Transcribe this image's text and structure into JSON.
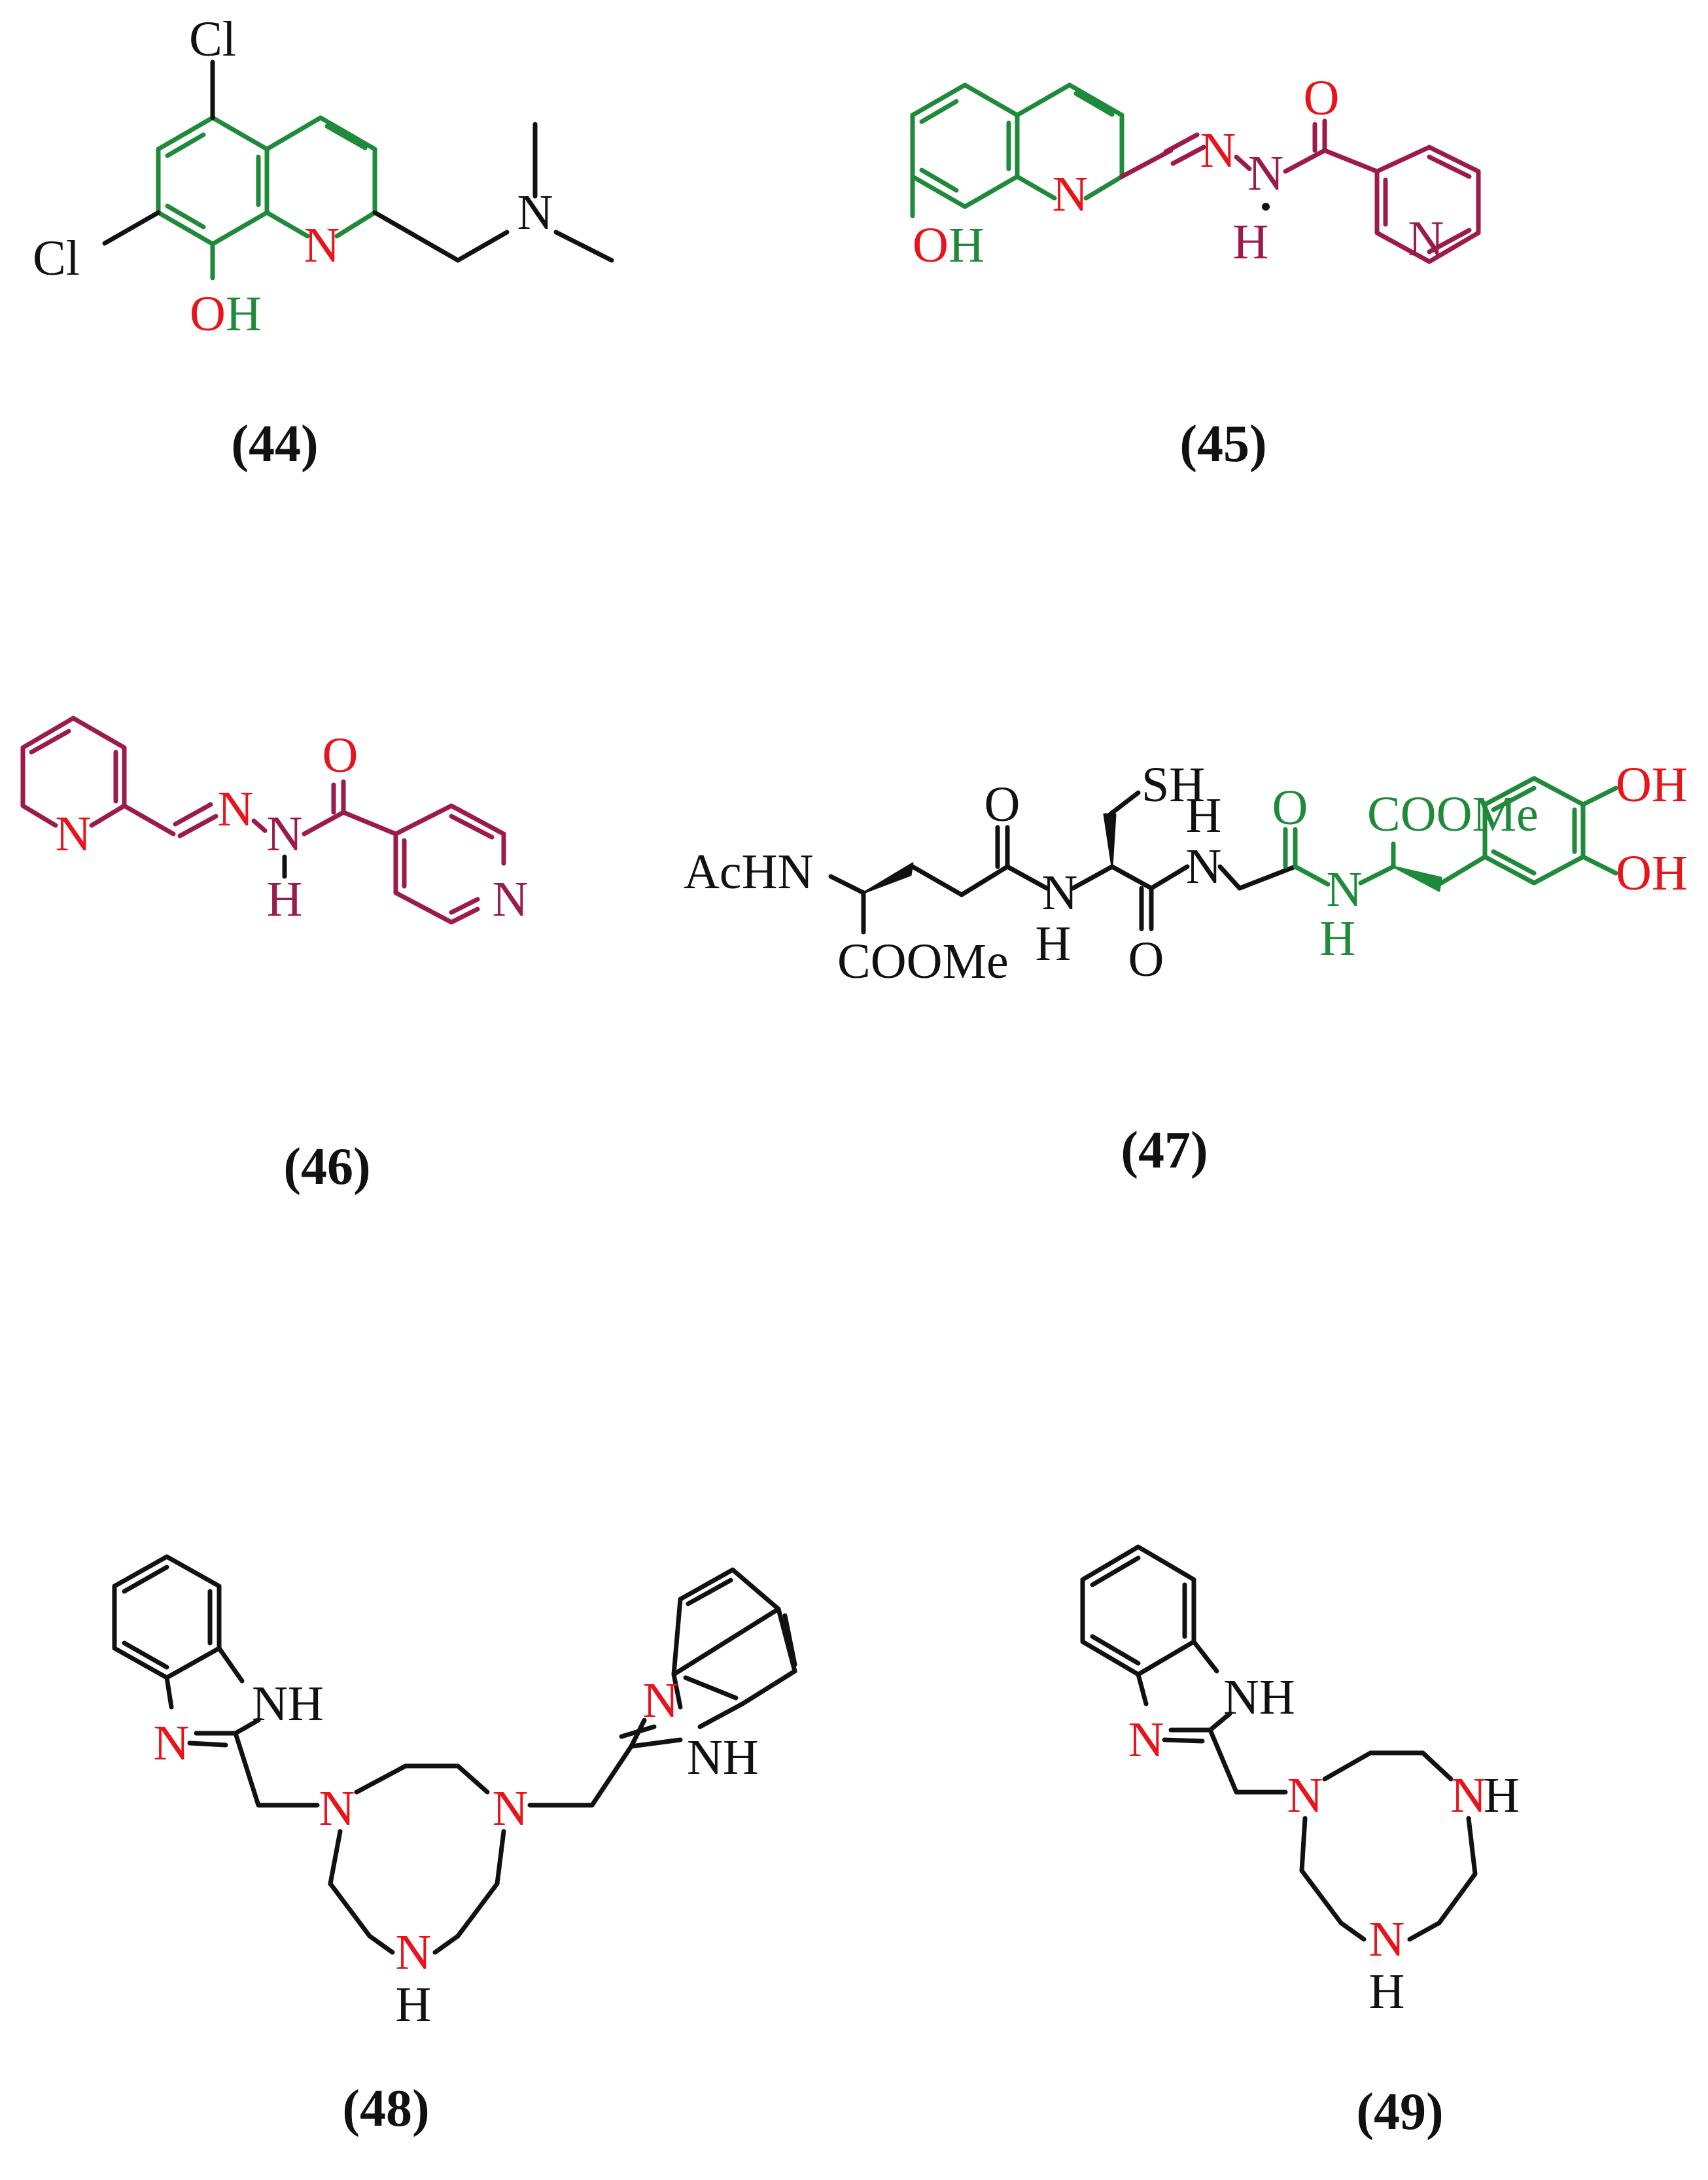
{
  "colors": {
    "black": "#111111",
    "red": "#e8141b",
    "green": "#1f8a3a",
    "maroon": "#9b1b4a"
  },
  "captions": [
    "(44)",
    "(45)",
    "(46)",
    "(47)",
    "(48)",
    "(49)"
  ],
  "m44": {
    "cl_top": "Cl",
    "cl_left": "Cl",
    "oh": "OH",
    "n_ring": "N",
    "n_amine": "N"
  },
  "m45": {
    "oh": "OH",
    "n_ring": "N",
    "n_imine": "N",
    "n_nh": "N",
    "h": "H",
    "o": "O",
    "n_pyr": "N"
  },
  "m46": {
    "n_pyr1": "N",
    "n_imine": "N",
    "n_nh": "N",
    "h": "H",
    "o": "O",
    "n_pyr2": "N"
  },
  "m47": {
    "achn": "AcHN",
    "coome_left": "COOMe",
    "o_glu": "O",
    "n_cys": "N",
    "h_cys": "H",
    "sh": "SH",
    "h_gly": "H",
    "n_gly": "N",
    "o_cys": "O",
    "o_gly": "O",
    "n_dopa": "N",
    "h_dopa": "H",
    "coome_right": "COOMe",
    "oh_top": "OH",
    "oh_bottom": "OH"
  },
  "m48": {
    "nh_left": "NH",
    "n_left": "N",
    "n_ring_left": "N",
    "n_ring_right": "N",
    "n_ring_bottom": "N",
    "h_bottom": "H",
    "n_right": "N",
    "nh_right": "NH"
  },
  "m49": {
    "nh": "NH",
    "n_imid": "N",
    "n_ring": "N",
    "n_ring_right": "N",
    "h_right": "H",
    "n_ring_bottom": "N",
    "h_bottom": "H"
  }
}
